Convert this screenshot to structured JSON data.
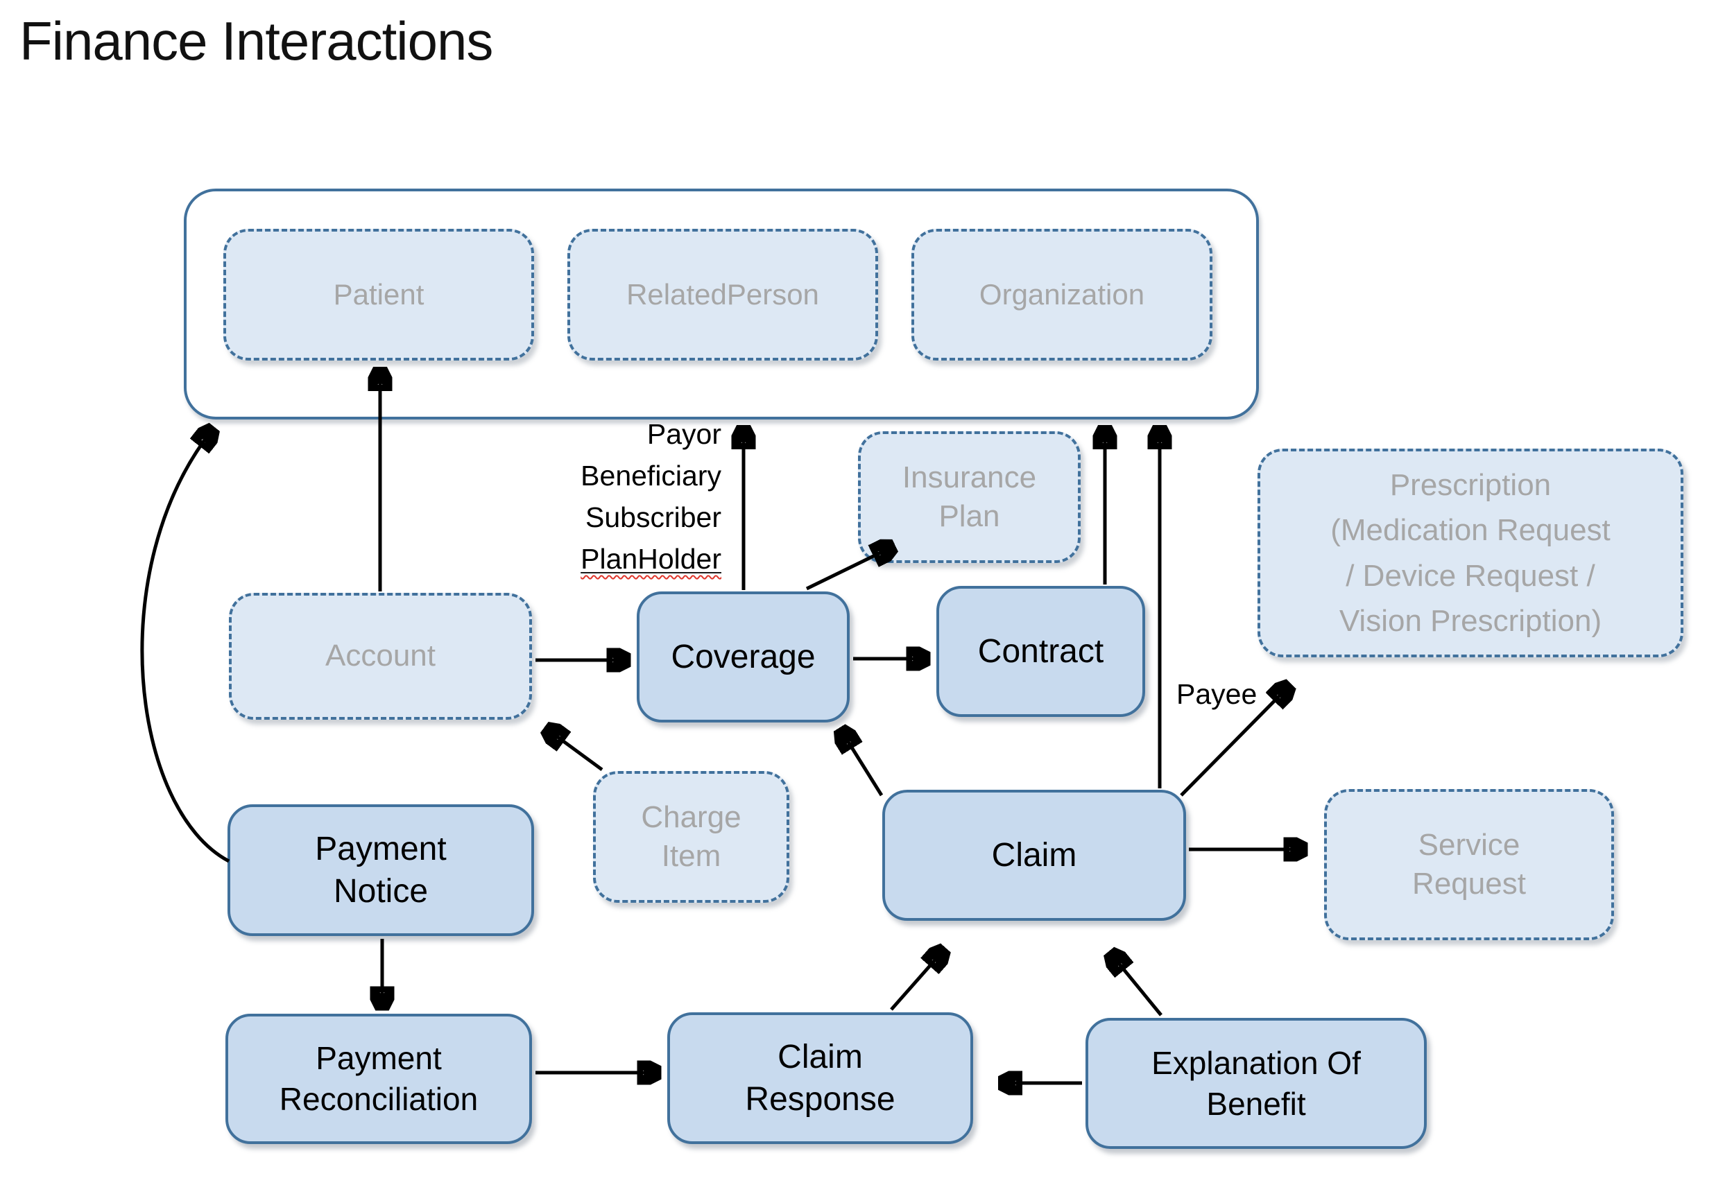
{
  "title": "Finance Interactions",
  "diagram": {
    "colors": {
      "box-border": "#41719c",
      "solid-fill": "#c8daee",
      "dashed-fill": "#dde8f4",
      "muted": "#a6a6a6",
      "ink": "#111111"
    },
    "nodes": {
      "patient": {
        "label": "Patient"
      },
      "related_person": {
        "label": "RelatedPerson"
      },
      "organization": {
        "label": "Organization"
      },
      "insurance_plan": {
        "label": "Insurance\nPlan"
      },
      "prescription": {
        "label": "Prescription\n(Medication Request\n/ Device Request /\nVision Prescription)"
      },
      "account": {
        "label": "Account"
      },
      "coverage": {
        "label": "Coverage"
      },
      "contract": {
        "label": "Contract"
      },
      "charge_item": {
        "label": "Charge\nItem"
      },
      "claim": {
        "label": "Claim"
      },
      "service_request": {
        "label": "Service\nRequest"
      },
      "payment_notice": {
        "label": "Payment\nNotice"
      },
      "payment_reconciliation": {
        "label": "Payment\nReconciliation"
      },
      "claim_response": {
        "label": "Claim\nResponse"
      },
      "explanation_of_benefit": {
        "label": "Explanation Of\nBenefit"
      }
    },
    "edge_labels": {
      "coverage_roles": [
        "Payor",
        "Beneficiary",
        "Subscriber",
        {
          "text": "PlanHolder",
          "spellcheck_underline": true
        }
      ],
      "payee": "Payee"
    }
  }
}
